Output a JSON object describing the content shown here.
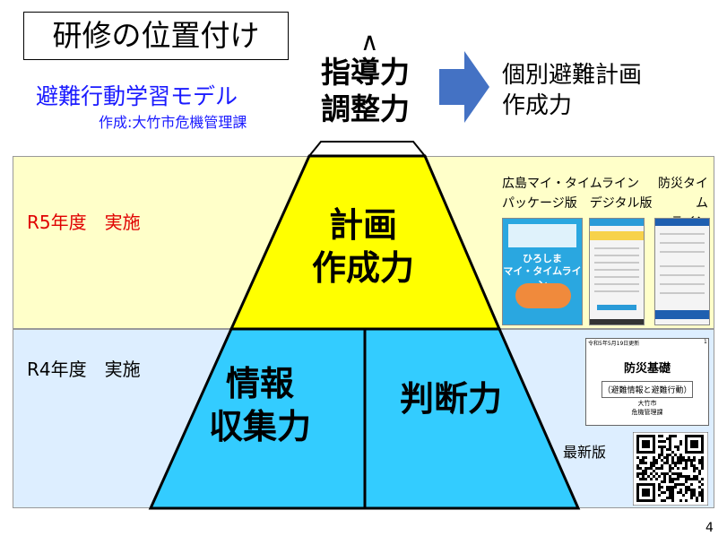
{
  "title": "研修の位置付け",
  "subtitle": "避難行動学習モデル",
  "author": "作成:大竹市危機管理課",
  "apex": {
    "symbol": "∧",
    "line1": "指導力",
    "line2": "調整力"
  },
  "result": {
    "line1": "個別避難計画",
    "line2": "作成力"
  },
  "r5": {
    "label": "R5年度　実施",
    "block_line1": "計画",
    "block_line2": "作成力"
  },
  "r4": {
    "label": "R4年度　実施",
    "left_line1": "情報",
    "left_line2": "収集力",
    "right": "判断力"
  },
  "resources": {
    "hiroshima_line1": "広島マイ・タイムライン",
    "hiroshima_line2": "パッケージ版　デジタル版",
    "bosai_line1": "防災タイム",
    "bosai_line2": "ライン",
    "booklet_title1": "ひろしま",
    "booklet_title2": "マイ・タイムライン"
  },
  "document": {
    "date": "令和5年5月19日更新",
    "number": "1",
    "title": "防災基礎",
    "subtitle": "（避難情報と避難行動）",
    "org1": "大竹市",
    "org2": "危機管理課"
  },
  "latest_label": "最新版",
  "page_number": "4",
  "colors": {
    "r5_block": "#ffff00",
    "r4_block": "#33ccff",
    "r5_band": "#ffffc9",
    "r4_band": "#ddeeff",
    "arrow": "#4472c4",
    "subtitle": "#1a1aff",
    "r5_label": "#e00000"
  }
}
